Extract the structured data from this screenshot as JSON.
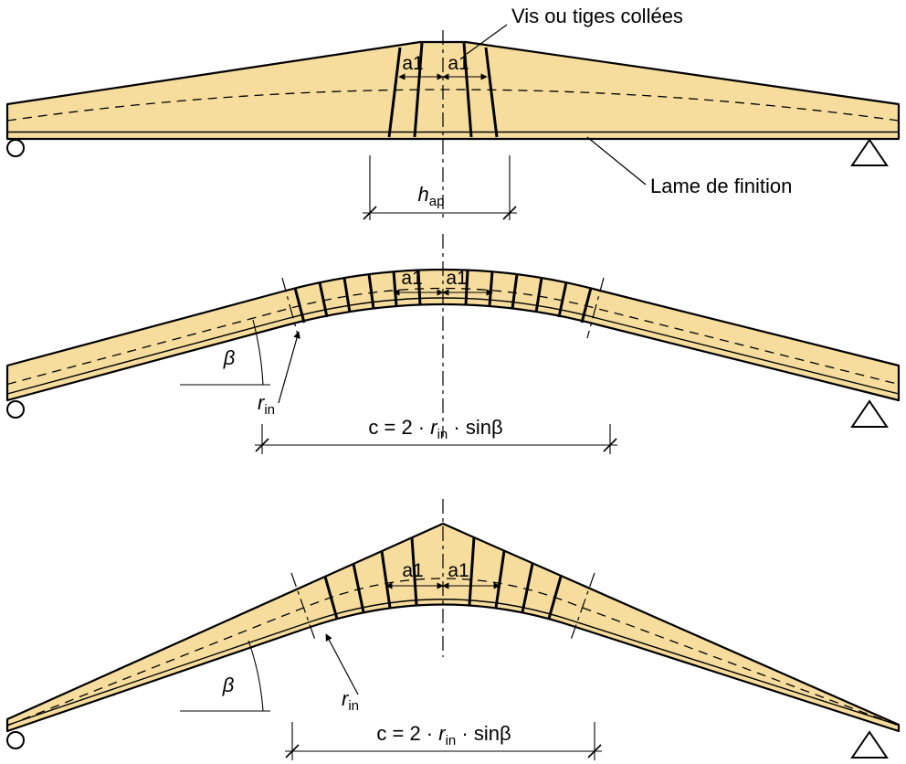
{
  "colors": {
    "beam_fill": "#F6DD9E",
    "line": "#000000"
  },
  "tapered": {
    "screws_note": "Vis ou tiges collées",
    "lamella_note": "Lame de finition",
    "a1_left": "a1",
    "a1_right": "a1",
    "hap": {
      "base": "h",
      "sub": "ap"
    }
  },
  "curved": {
    "a1_left": "a1",
    "a1_right": "a1",
    "beta": "β",
    "rin": {
      "base": "r",
      "sub": "in"
    },
    "c_dim": {
      "prefix": "c = 2 · ",
      "base": "r",
      "sub": "in",
      "suffix": " · sinβ"
    }
  },
  "pitched": {
    "a1_left": "a1",
    "a1_right": "a1",
    "beta": "β",
    "rin": {
      "base": "r",
      "sub": "in"
    },
    "c_dim": {
      "prefix": "c = 2 · ",
      "base": "r",
      "sub": "in",
      "suffix": " · sinβ"
    }
  }
}
